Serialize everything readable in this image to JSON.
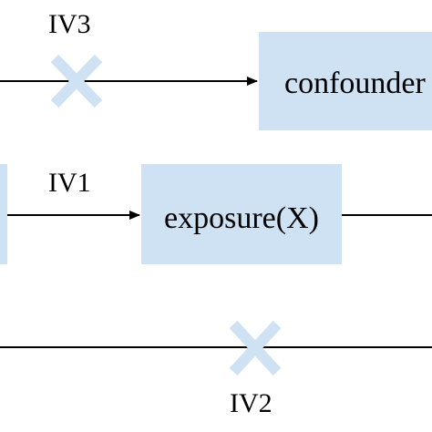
{
  "colors": {
    "box_fill": "#cfe2f3",
    "line": "#000000",
    "cross": "#cfe2f3",
    "text": "#000000"
  },
  "nodes": {
    "confounder": "confounder",
    "exposure": "exposure(X)"
  },
  "paths": {
    "iv1": "IV1",
    "iv2": "IV2",
    "iv3": "IV3"
  },
  "icons": {
    "iv2_blocked": "cross-icon",
    "iv3_blocked": "cross-icon"
  }
}
